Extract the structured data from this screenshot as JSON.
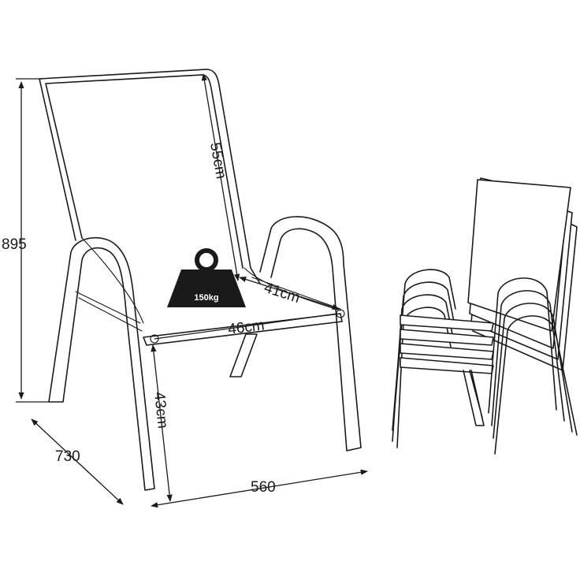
{
  "dimensions": {
    "height": "895",
    "depth": "730",
    "width": "560",
    "back_height": "55cm",
    "seat_depth": "41cm",
    "seat_width": "46cm",
    "seat_height": "43cm"
  },
  "weight_capacity": "150kg"
}
